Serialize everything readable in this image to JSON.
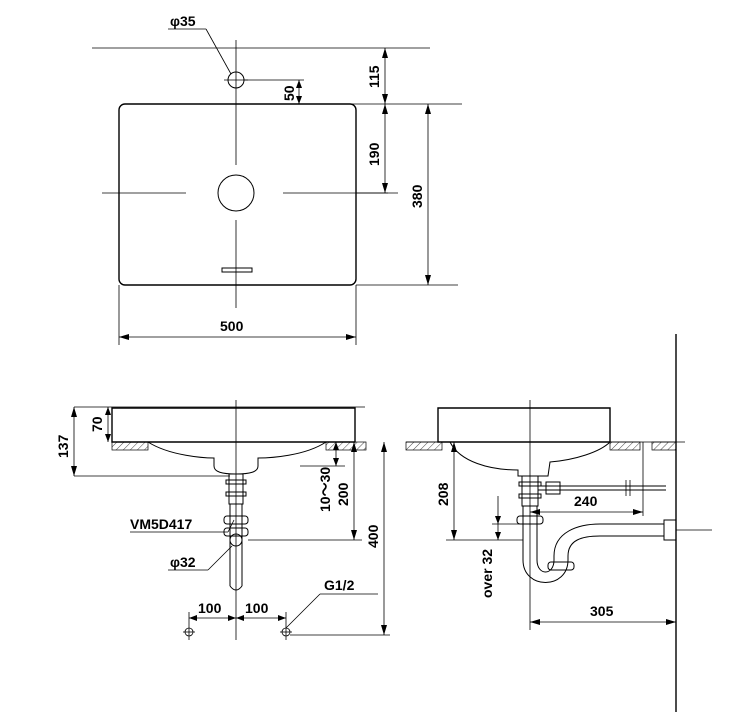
{
  "dims": {
    "top_hole_dia": "φ35",
    "top_offset_115": "115",
    "top_offset_50": "50",
    "top_depth_190": "190",
    "top_depth_380": "380",
    "top_width_500": "500",
    "front_137": "137",
    "front_70": "70",
    "front_10_30": "10～30",
    "front_200": "200",
    "front_400": "400",
    "front_model": "VM5D417",
    "front_pipe_dia": "φ32",
    "front_left_100": "100",
    "front_right_100": "100",
    "front_thread": "G1/2",
    "side_208": "208",
    "side_240": "240",
    "side_over32": "over 32",
    "side_305": "305"
  }
}
